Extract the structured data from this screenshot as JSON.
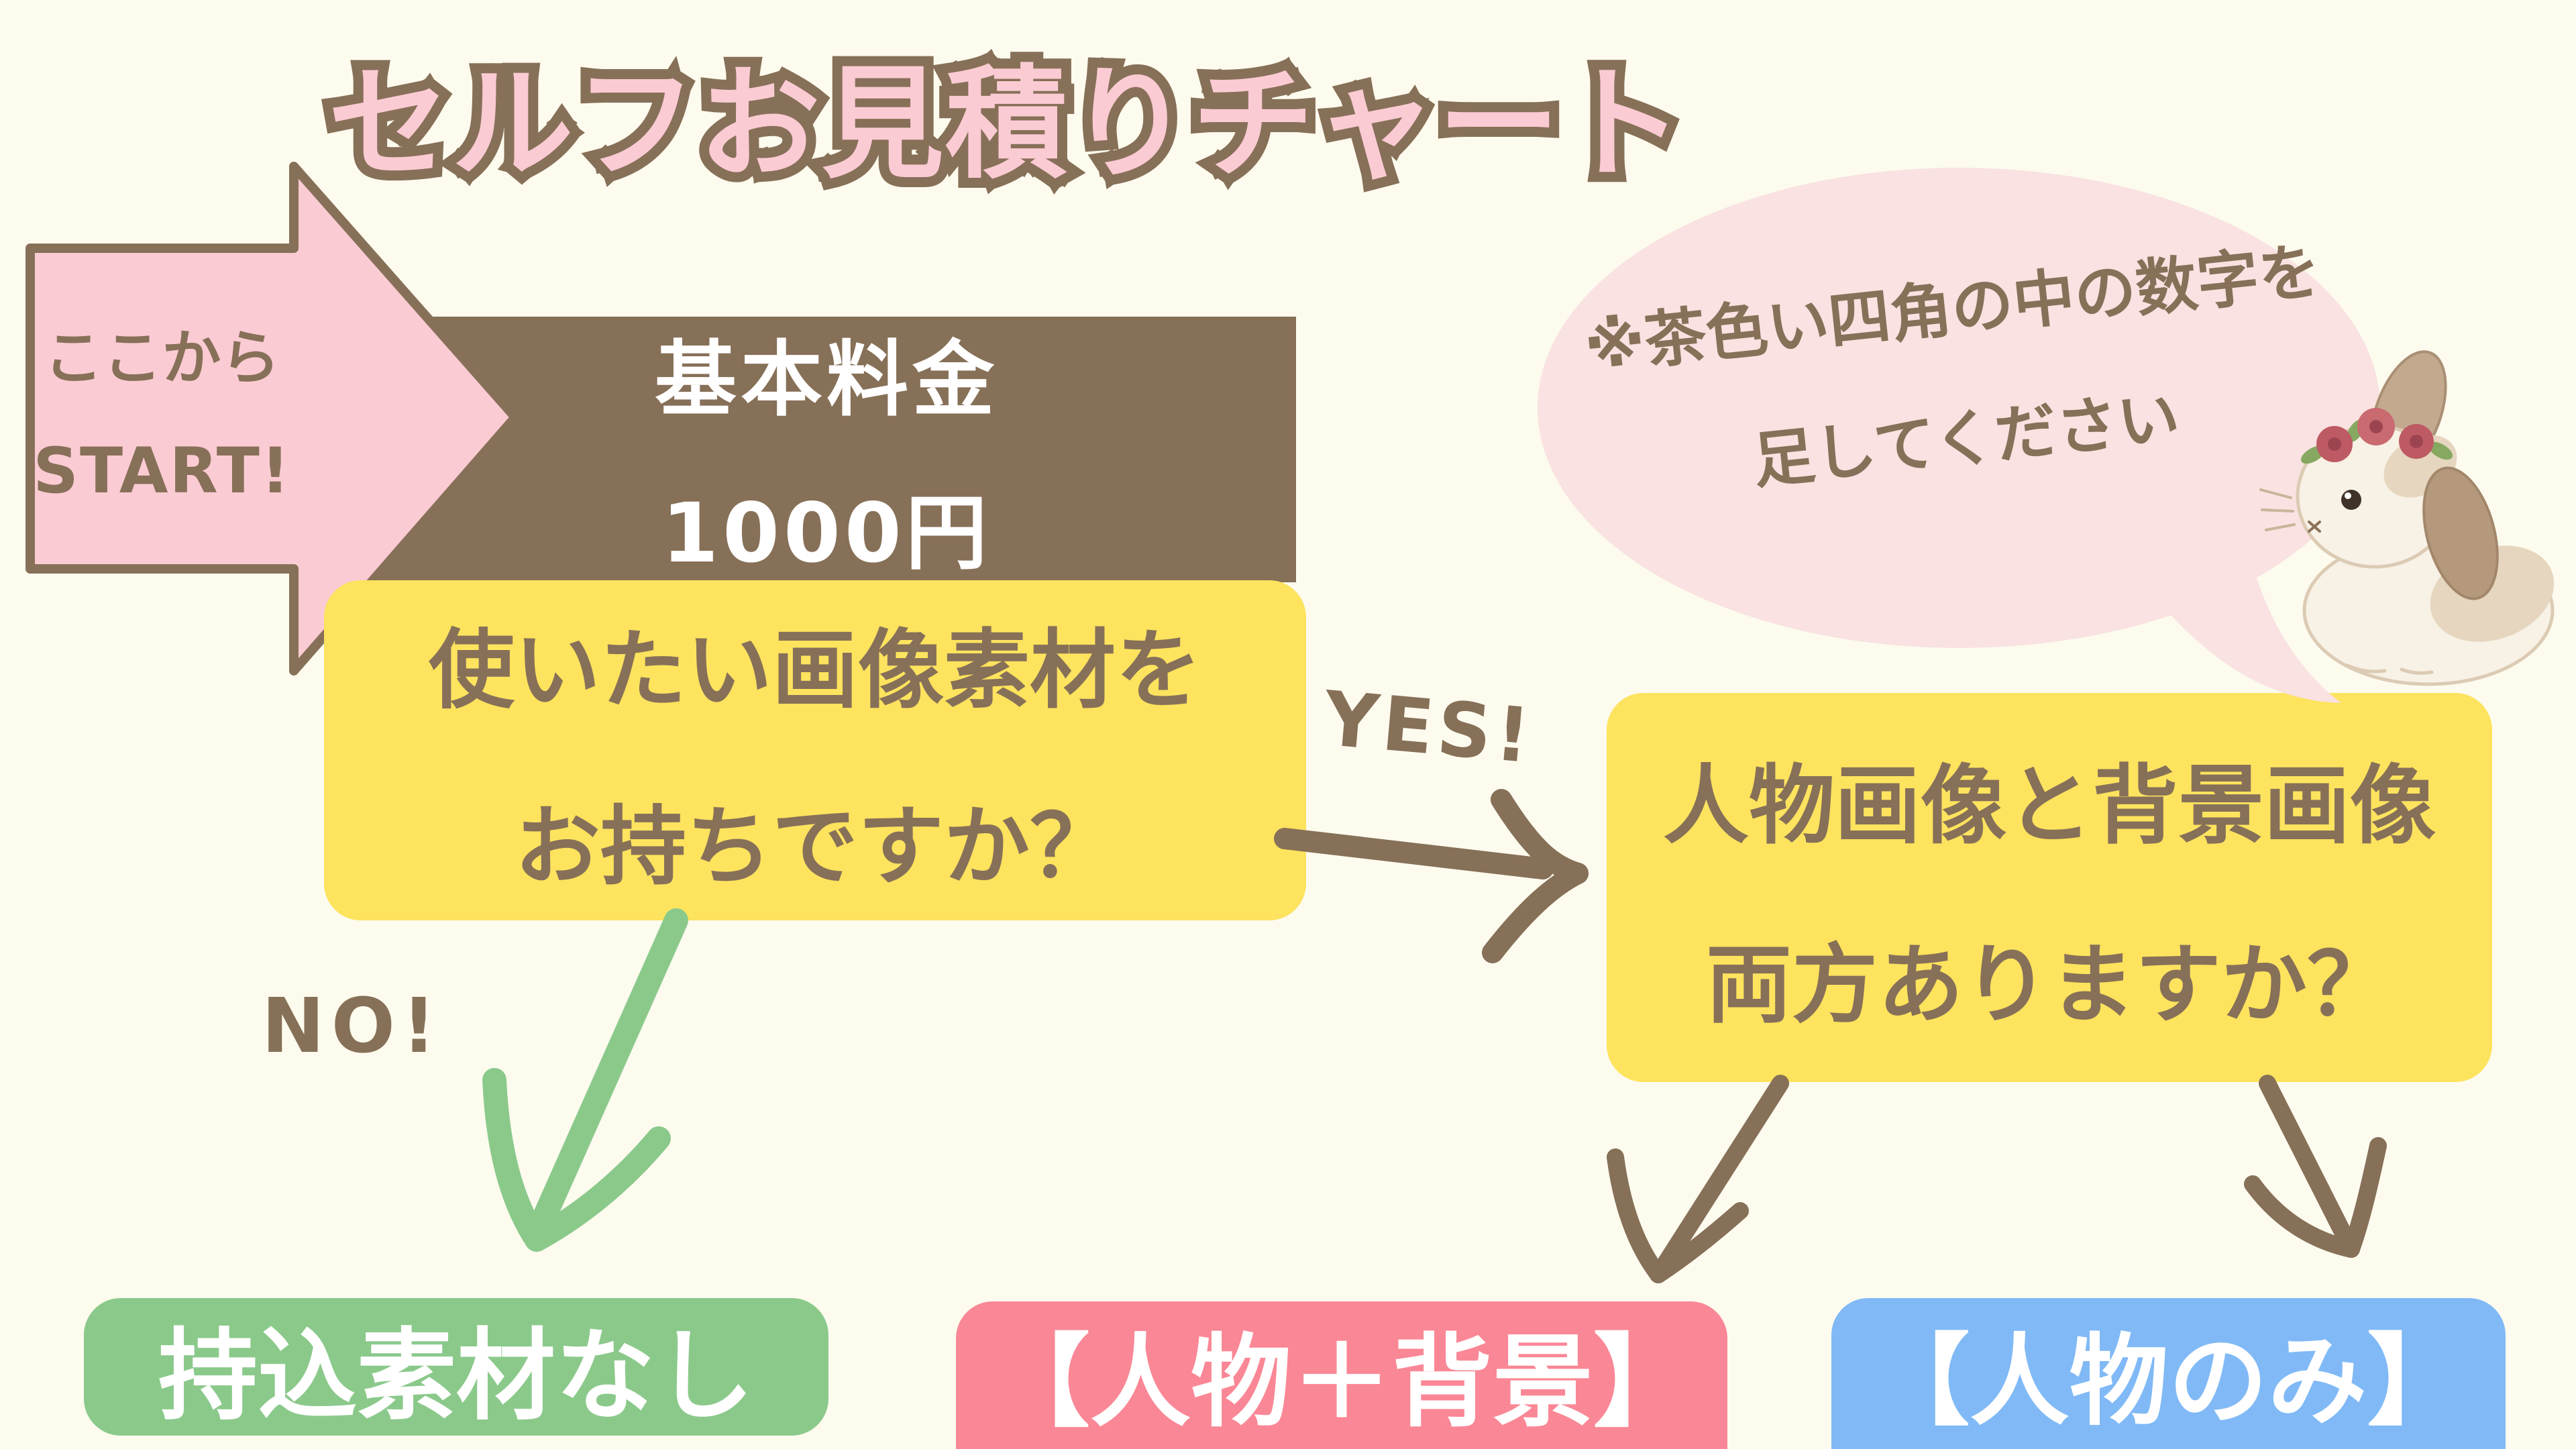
{
  "title": "セルフお見積りチャート",
  "start_arrow": {
    "line1": "ここから",
    "line2": "START!"
  },
  "base_fee": {
    "line1": "基本料金",
    "line2": "1000円"
  },
  "question_material": {
    "line1": "使いたい画像素材を",
    "line2": "お持ちですか？"
  },
  "question_both": {
    "line1": "人物画像と背景画像",
    "line2": "両方ありますか？"
  },
  "note": {
    "line1": "※茶色い四角の中の数字を",
    "line2": "足してください"
  },
  "branch_labels": {
    "yes": "YES!",
    "no": "NO!"
  },
  "results": {
    "no_material": "持込素材なし",
    "person_plus_bg": "【人物＋背景】",
    "person_only": "【人物のみ】"
  },
  "icons": {
    "rabbit": "rabbit-illustration",
    "bubble": "speech-bubble"
  },
  "colors": {
    "background": "#FCFBEE",
    "brown": "#877058",
    "pink_light": "#FBCBD4",
    "bubble_pink": "#F9E2E1",
    "yellow": "#FDE35E",
    "green": "#8BC98B",
    "coral": "#FA8795",
    "blue": "#80B9F6",
    "white": "#FFFFFF"
  }
}
